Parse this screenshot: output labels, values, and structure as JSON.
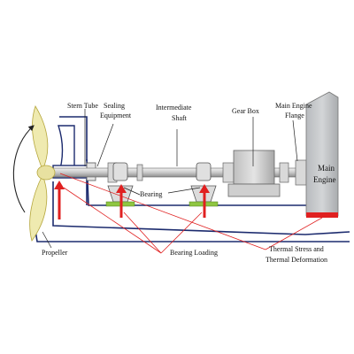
{
  "diagram": {
    "labels": {
      "stern_tube": "Stern Tube",
      "sealing_line1": "Sealing",
      "sealing_line2": "Equipment",
      "intermediate_line1": "Intermediate",
      "intermediate_line2": "Shaft",
      "gear_box": "Gear Box",
      "flange_line1": "Main Engine",
      "flange_line2": "Flange",
      "engine_line1": "Main",
      "engine_line2": "Engine",
      "bearing": "Bearing",
      "propeller": "Propeller",
      "bearing_loading": "Bearing Loading",
      "thermal_line1": "Thermal Stress and",
      "thermal_line2": "Thermal Deformation"
    },
    "colors": {
      "hull_line": "#1c2b6e",
      "load_arrow": "#e02020",
      "bearing_pad": "#8fc641",
      "engine_fill": "#c9cbcd",
      "propeller_fill": "#efeab0"
    }
  }
}
